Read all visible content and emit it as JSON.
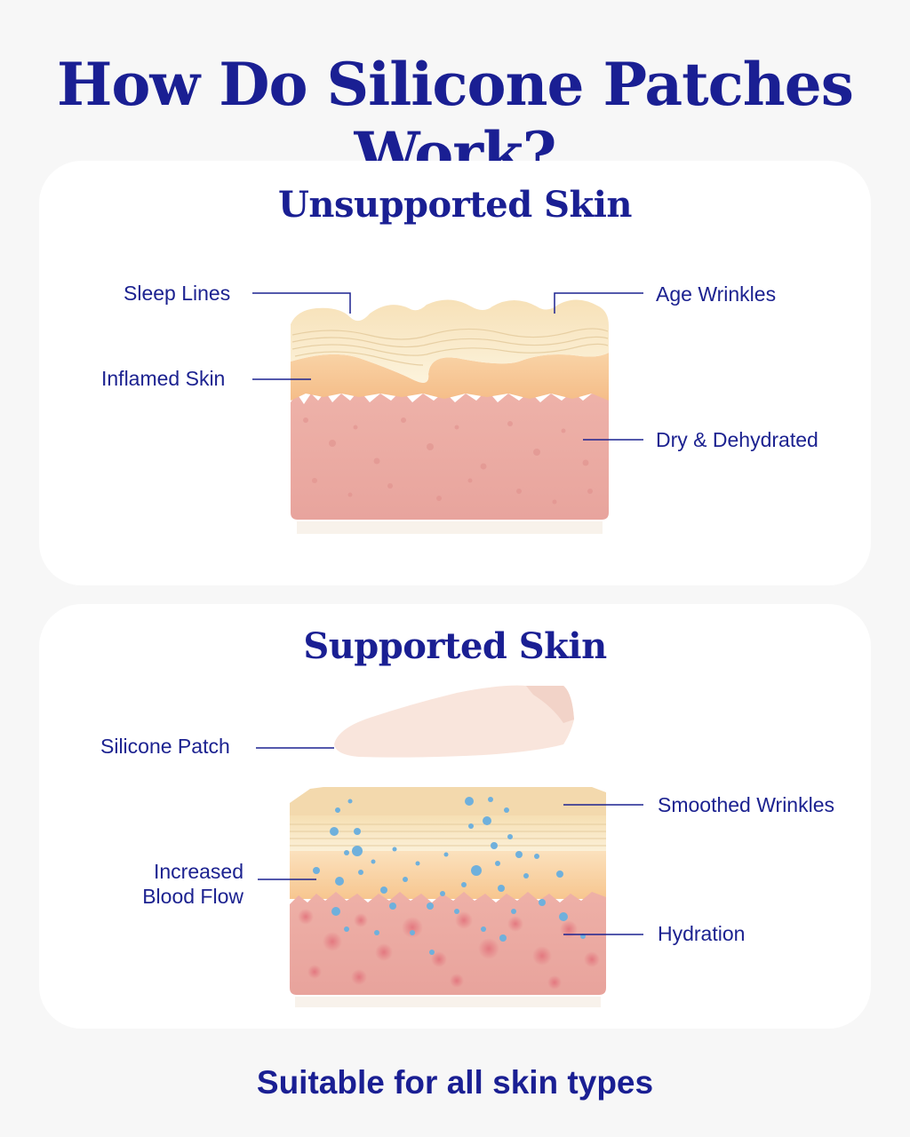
{
  "title": "How Do Silicone Patches Work?",
  "footer": "Suitable for all skin types",
  "colors": {
    "accent": "#1a1f93",
    "background": "#f7f7f7",
    "card": "#ffffff",
    "epidermis": "#fbeed2",
    "dermis_orange": "#f7c692",
    "dermis_pink": "#ecaaa2",
    "hydration_droplets": "#6fb0dc"
  },
  "unsupported": {
    "heading": "Unsupported Skin",
    "labels": {
      "sleep_lines": "Sleep Lines",
      "age_wrinkles": "Age Wrinkles",
      "inflamed_skin": "Inflamed Skin",
      "dry_dehydrated": "Dry & Dehydrated"
    }
  },
  "supported": {
    "heading": "Supported Skin",
    "labels": {
      "silicone_patch": "Silicone Patch",
      "smoothed_wrinkles": "Smoothed Wrinkles",
      "increased_blood_flow_line1": "Increased",
      "increased_blood_flow_line2": "Blood Flow",
      "hydration": "Hydration"
    }
  }
}
